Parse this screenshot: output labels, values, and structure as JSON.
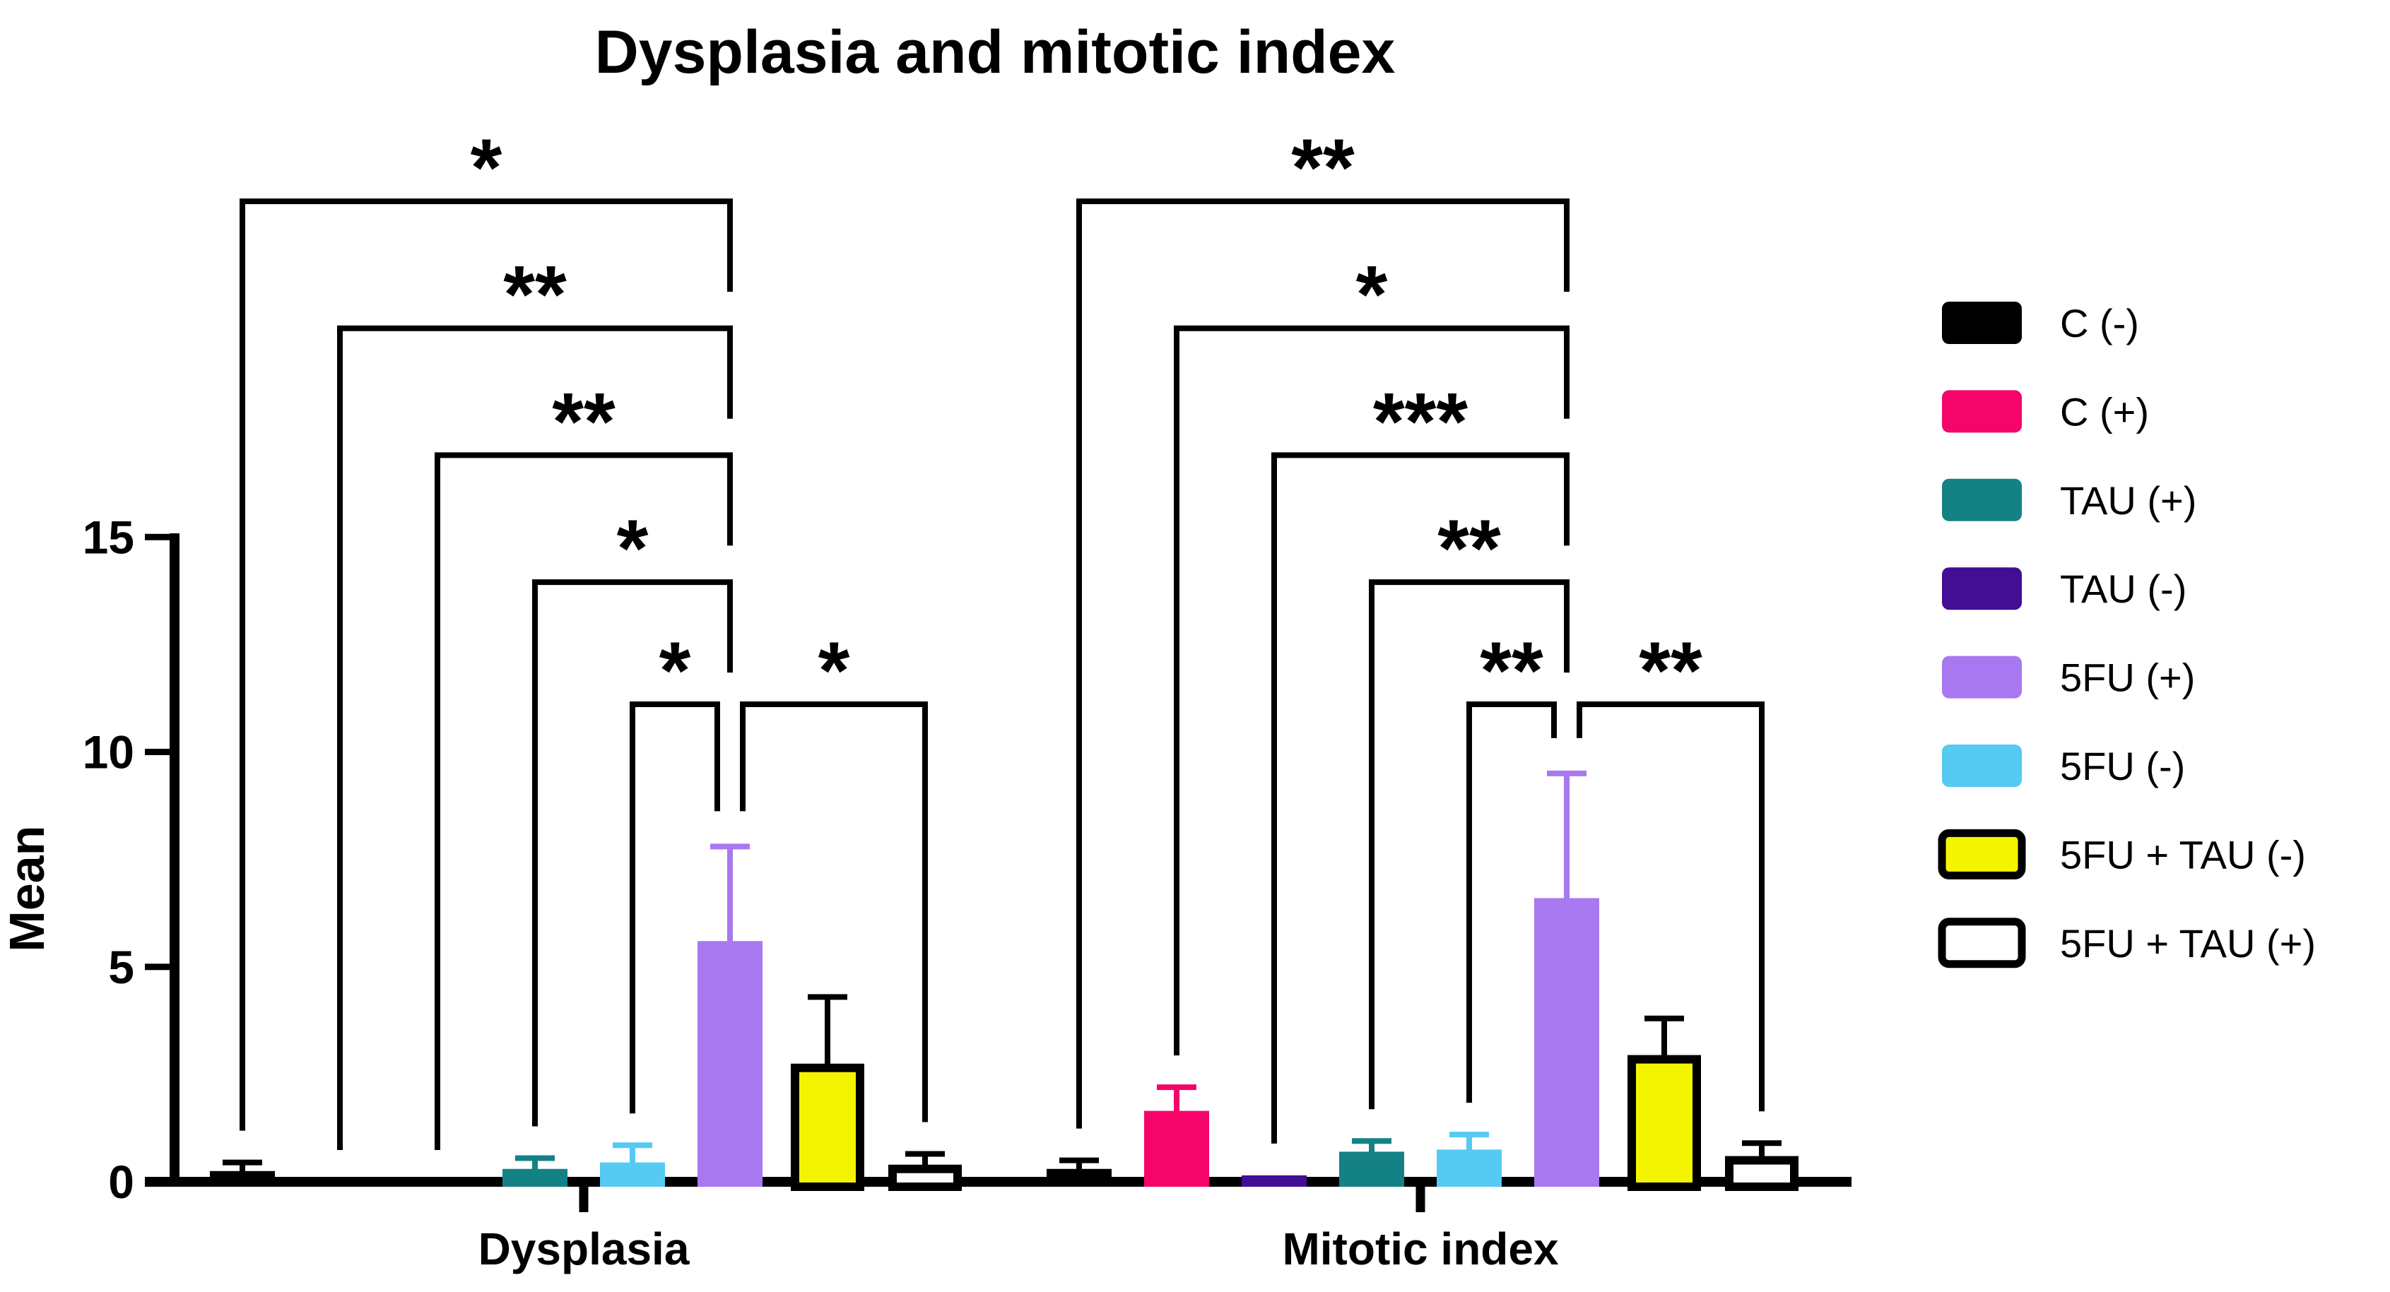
{
  "chart_data": {
    "type": "bar",
    "title": "Dysplasia and mitotic index",
    "ylabel": "Mean",
    "xlabel": "",
    "categories": [
      "Dysplasia",
      "Mitotic index"
    ],
    "yticks": [
      0,
      5,
      10,
      15
    ],
    "ylim": [
      0,
      15
    ],
    "grid": false,
    "legend_position": "right",
    "error_bars": "upper_sd_with_cap",
    "series": [
      {
        "name": "C (-)",
        "color": "#000000",
        "outlined": false,
        "values": [
          0.25,
          0.3
        ],
        "errors": [
          0.2,
          0.2
        ]
      },
      {
        "name": "C (+)",
        "color": "#F5056A",
        "outlined": false,
        "values": [
          0.0,
          1.65
        ],
        "errors": [
          0.0,
          0.55
        ]
      },
      {
        "name": "TAU (+)",
        "color": "#148285",
        "outlined": false,
        "values": [
          0.3,
          0.7
        ],
        "errors": [
          0.25,
          0.25
        ]
      },
      {
        "name": "TAU (-)",
        "color": "#430D94",
        "outlined": false,
        "values": [
          0.0,
          0.15
        ],
        "errors": [
          0.0,
          0.0
        ]
      },
      {
        "name": "5FU (+)",
        "color": "#A878F0",
        "outlined": false,
        "values": [
          5.6,
          6.6
        ],
        "errors": [
          2.2,
          2.9
        ]
      },
      {
        "name": "5FU (-)",
        "color": "#55CAF2",
        "outlined": false,
        "values": [
          0.45,
          0.75
        ],
        "errors": [
          0.4,
          0.35
        ]
      },
      {
        "name": "5FU + TAU (-)",
        "color": "#F4F400",
        "outlined": true,
        "values": [
          2.65,
          2.85
        ],
        "errors": [
          1.65,
          0.95
        ]
      },
      {
        "name": "5FU + TAU (+)",
        "color": "#FFFFFF",
        "outlined": true,
        "values": [
          0.3,
          0.5
        ],
        "errors": [
          0.35,
          0.4
        ]
      }
    ],
    "bar_order": [
      "C (-)",
      "C (+)",
      "TAU (-)",
      "TAU (+)",
      "5FU (-)",
      "5FU (+)",
      "5FU + TAU (-)",
      "5FU + TAU (+)"
    ],
    "significance": {
      "Dysplasia": [
        {
          "from": "C (-)",
          "to": "5FU (+)",
          "label": "*",
          "level": 1
        },
        {
          "from": "C (+)",
          "to": "5FU (+)",
          "label": "**",
          "level": 2
        },
        {
          "from": "TAU (-)",
          "to": "5FU (+)",
          "label": "**",
          "level": 3
        },
        {
          "from": "TAU (+)",
          "to": "5FU (+)",
          "label": "*",
          "level": 4
        },
        {
          "from": "5FU (-)",
          "to": "5FU (+)",
          "label": "*",
          "level": 5
        },
        {
          "from": "5FU (+)",
          "to": "5FU + TAU (+)",
          "label": "*",
          "level": 6
        }
      ],
      "Mitotic index": [
        {
          "from": "C (-)",
          "to": "5FU (+)",
          "label": "**",
          "level": 1
        },
        {
          "from": "C (+)",
          "to": "5FU (+)",
          "label": "*",
          "level": 2
        },
        {
          "from": "TAU (-)",
          "to": "5FU (+)",
          "label": "***",
          "level": 3
        },
        {
          "from": "TAU (+)",
          "to": "5FU (+)",
          "label": "**",
          "level": 4
        },
        {
          "from": "5FU (-)",
          "to": "5FU (+)",
          "label": "**",
          "level": 5
        },
        {
          "from": "5FU (+)",
          "to": "5FU + TAU (+)",
          "label": "**",
          "level": 6
        }
      ]
    }
  }
}
